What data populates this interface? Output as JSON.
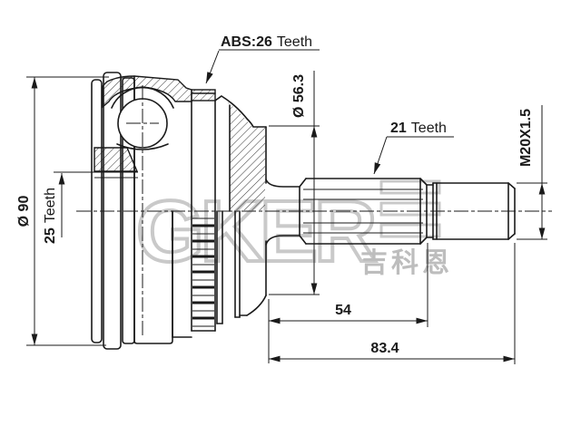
{
  "drawing": {
    "type": "technical-drawing",
    "subject": "CV joint outer race with splined shaft, cross-section with dimensions",
    "background_color": "#ffffff",
    "line_color": "#1a1a1a",
    "labels": {
      "abs_ring": {
        "num": "ABS:26",
        "word": "Teeth"
      },
      "shaft_spline": {
        "num": "21",
        "word": "Teeth"
      },
      "inner_spline": {
        "num": "25",
        "word": "Teeth"
      },
      "outer_diameter": "Ø 90",
      "boss_diameter": "Ø 56.3",
      "thread_spec": "M20X1.5",
      "spline_length": "54",
      "overall_length": "83.4"
    },
    "watermark": {
      "brand": "GKER",
      "brand_cn": "吉科恩",
      "color": "#c9c9c9"
    }
  }
}
